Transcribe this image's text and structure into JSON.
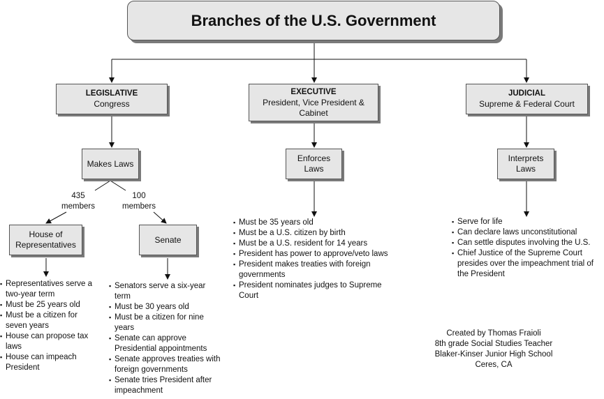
{
  "title": "Branches of the U.S. Government",
  "branches": {
    "legislative": {
      "name": "LEGISLATIVE",
      "sub": "Congress"
    },
    "executive": {
      "name": "EXECUTIVE",
      "sub": "President, Vice President & Cabinet"
    },
    "judicial": {
      "name": "JUDICIAL",
      "sub": "Supreme & Federal Court"
    }
  },
  "roles": {
    "legislative": "Makes Laws",
    "executive": "Enforces Laws",
    "judicial": "Interprets Laws"
  },
  "chambers": {
    "house": {
      "name": "House of Representatives",
      "count": "435",
      "count_unit": "members"
    },
    "senate": {
      "name": "Senate",
      "count": "100",
      "count_unit": "members"
    }
  },
  "lists": {
    "house": [
      "Representatives serve a two-year term",
      "Must be 25 years old",
      "Must be a citizen for seven years",
      "House can propose tax laws",
      "House can impeach President"
    ],
    "senate": [
      "Senators serve a six-year term",
      "Must be 30 years old",
      "Must be a citizen for nine years",
      "Senate can approve Presidential appointments",
      "Senate approves treaties with foreign governments",
      "Senate tries President after impeachment"
    ],
    "executive": [
      "Must be 35 years old",
      "Must be a U.S. citizen by birth",
      "Must be a U.S. resident for 14 years",
      "President has power to approve/veto laws",
      "President makes treaties with foreign governments",
      "President nominates judges to Supreme Court"
    ],
    "judicial": [
      "Serve for life",
      "Can declare laws unconstitutional",
      "Can settle disputes involving the U.S.",
      "Chief Justice of the Supreme Court presides over the impeachment trial of the President"
    ]
  },
  "credits": [
    "Created by Thomas Fraioli",
    "8th grade Social Studies Teacher",
    "Blaker-Kinser Junior High School",
    "Ceres, CA"
  ]
}
